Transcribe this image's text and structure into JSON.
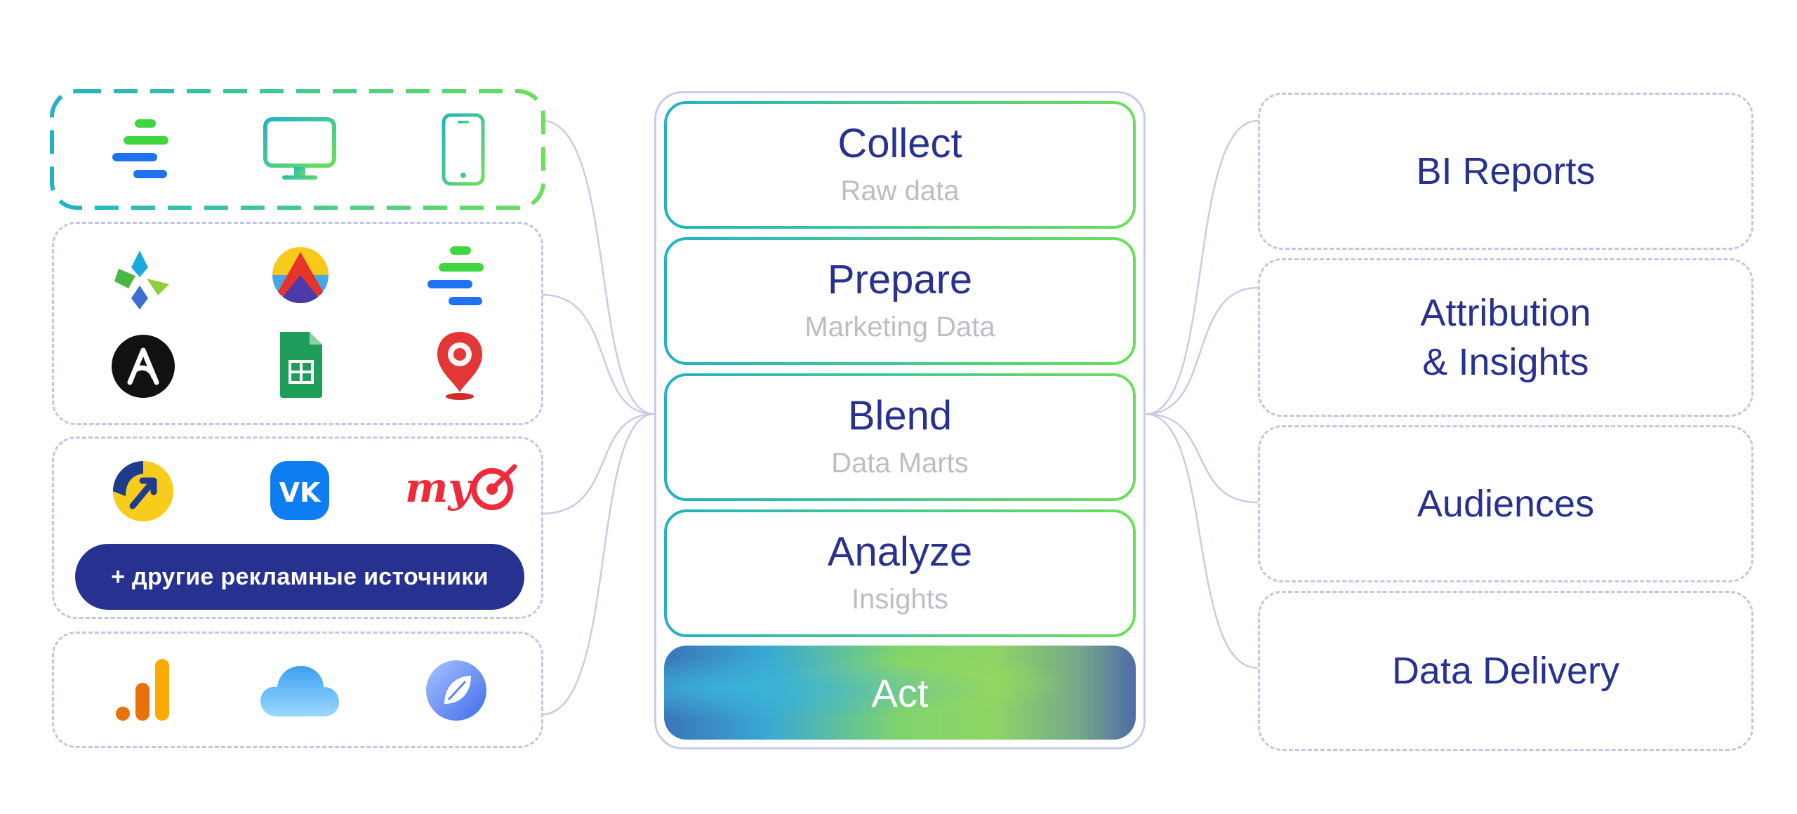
{
  "colors": {
    "navy": "#27318f",
    "muted_text": "#bdbdc6",
    "frame_lavender": "#c3c5e6",
    "gradient_teal": "#22b2c4",
    "gradient_green": "#6be05a",
    "connector": "#c9cbe6"
  },
  "sources": {
    "owox_group": {
      "icons": [
        "owox-bars-icon",
        "desktop-monitor-icon",
        "mobile-phone-icon"
      ]
    },
    "tools_group": {
      "icons": [
        "diamond-shapes-icon",
        "colorful-circle-triangle-icon",
        "owox-bars-icon",
        "stylized-a-icon",
        "spreadsheet-icon",
        "red-map-pin-icon"
      ]
    },
    "ads_group": {
      "icons": [
        "yellow-arrow-icon",
        "vk-icon",
        "mytarget-icon"
      ],
      "more_label": "+ другие рекламные источники"
    },
    "analytics_group": {
      "icons": [
        "bar-chart-icon",
        "cloud-icon",
        "blue-circle-leaf-icon"
      ]
    }
  },
  "pipeline": {
    "stages": [
      {
        "title": "Collect",
        "subtitle": "Raw data"
      },
      {
        "title": "Prepare",
        "subtitle": "Marketing Data"
      },
      {
        "title": "Blend",
        "subtitle": "Data Marts"
      },
      {
        "title": "Analyze",
        "subtitle": "Insights"
      }
    ],
    "act_label": "Act"
  },
  "outputs": [
    {
      "label": "BI Reports"
    },
    {
      "label": "Attribution\n& Insights"
    },
    {
      "label": "Audiences"
    },
    {
      "label": "Data Delivery"
    }
  ]
}
